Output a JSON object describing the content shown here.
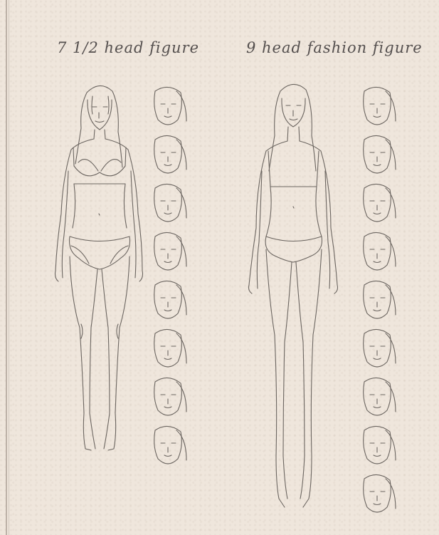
{
  "panels": {
    "left": {
      "title": "7 1/2 head figure",
      "head_count": 8
    },
    "right": {
      "title": "9 head fashion figure",
      "head_count": 9
    }
  },
  "colors": {
    "background": "#efe6dc",
    "line": "#6b6560",
    "text": "#55504f"
  }
}
